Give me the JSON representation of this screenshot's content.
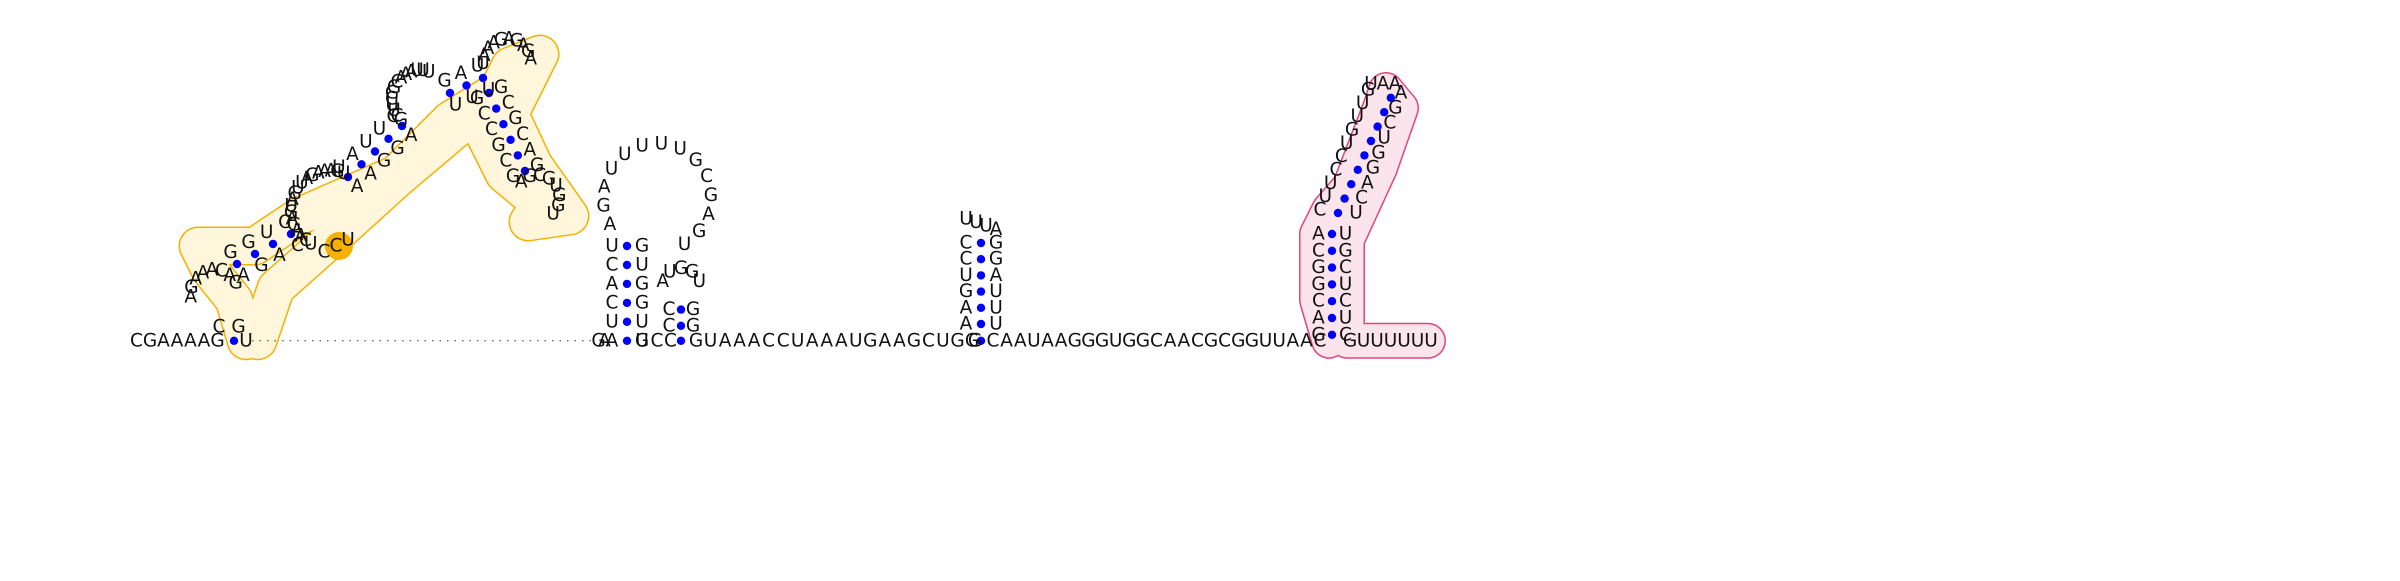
{
  "diagram": {
    "type": "rna-secondary-structure",
    "colors": {
      "background": "#ffffff",
      "nucleotide_text": "#111111",
      "backbone": "#333333",
      "base_pair_dot": "#0000ff",
      "highlight_1_stroke": "#f5b000",
      "highlight_1_fill": "#fff6dc",
      "highlight_1_accent": "#f5b000",
      "highlight_2_stroke": "#e0457b",
      "highlight_2_fill": "#fbe4ec"
    },
    "baseline_prefix": "CGAAAAG",
    "baseline_mid": "GUAAACCUAAAUGAAGCUGG",
    "baseline_right": "CAAUAAGGGUGGCAACGCGGUUAAC",
    "tail": "GUUUUUU",
    "h1": {
      "stem_left": "GUGGUG",
      "stem_right": "UCACUA",
      "loop": "AGAUUUUUGCGAGU",
      "side_loop": "AUGGU"
    },
    "h2": {
      "stem_left": "UUUAGG",
      "stem_right": "CCUGAA",
      "loop": "UUUA"
    },
    "h3": {
      "stem_left": "CUCUCGU",
      "stem_right": "ACGGCAG",
      "upper_left": "CUUCCUGUUG",
      "upper_right": "UCAGGUCGA",
      "loop": "UAA"
    },
    "yellow": {
      "foot": [
        "C",
        "G",
        "G",
        "U"
      ],
      "left_loop": "GACAAAGA",
      "s1_left": "AGAC",
      "s1_right": "CUGG",
      "big_loop": "UCAAGAGUAGUUAGAAAGU",
      "s2_left": "AAGGA",
      "s2_right": "CUUAU",
      "mid_loop": "GCUUCGGCAAAUUU",
      "s3_left": "UUU",
      "s3_right": "UAG",
      "top_loop": "UAAAGAGAGA",
      "s4_left": "GCCGCG",
      "s4_right": "GACGCG",
      "bottom_loop": "AGCGUGGU",
      "highlight_bases": [
        "C",
        "C",
        "U"
      ]
    }
  }
}
